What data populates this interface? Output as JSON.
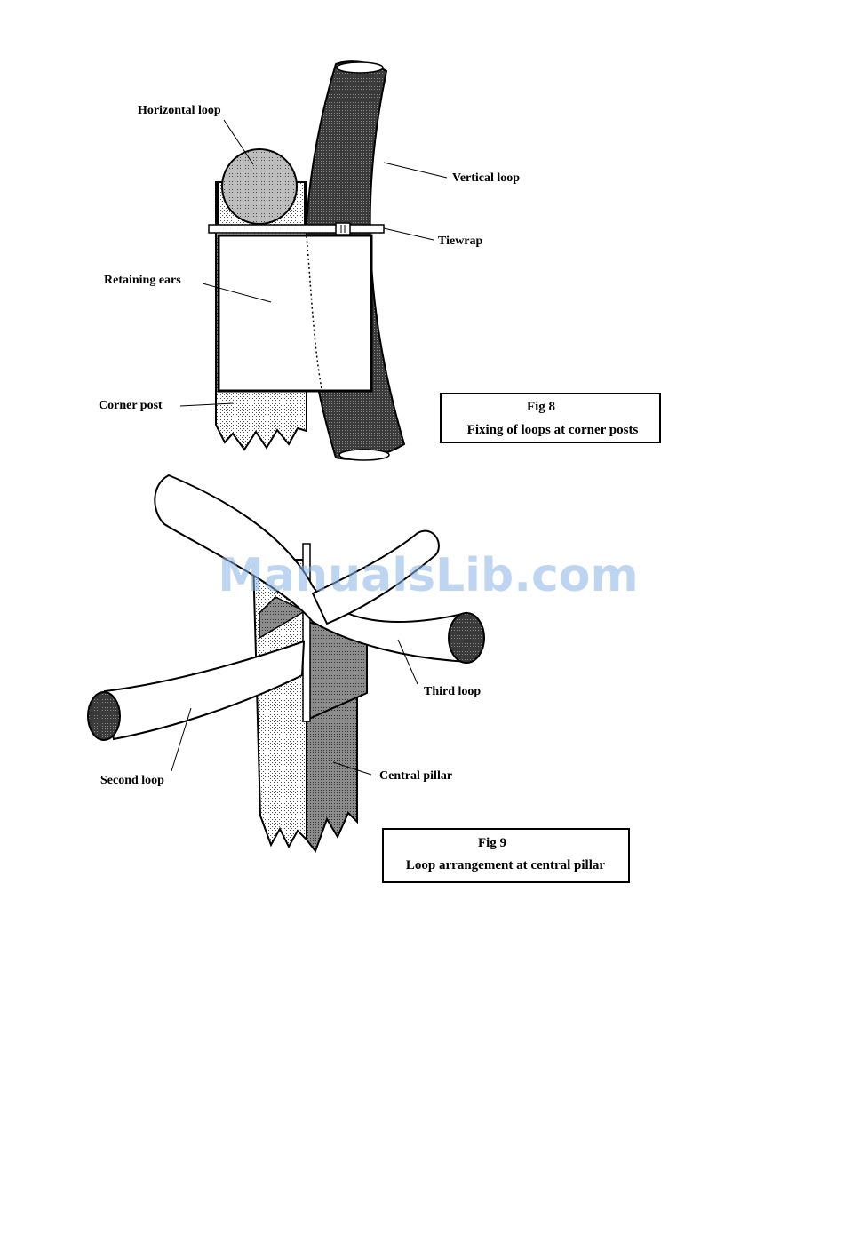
{
  "fig8": {
    "labels": {
      "horizontal_loop": "Horizontal loop",
      "vertical_loop": "Vertical loop",
      "tiewrap": "Tiewrap",
      "retaining_ears": "Retaining ears",
      "corner_post": "Corner post"
    },
    "caption": {
      "number": "Fig 8",
      "title": "Fixing of loops at corner posts"
    }
  },
  "fig9": {
    "labels": {
      "third_loop": "Third loop",
      "second_loop": "Second loop",
      "central_pillar": "Central pillar"
    },
    "caption": {
      "number": "Fig 9",
      "title": "Loop arrangement at central pillar"
    }
  },
  "watermark": "ManualsLib.com"
}
